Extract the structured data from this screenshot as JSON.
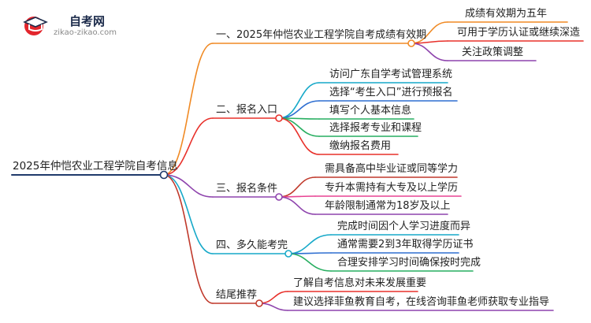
{
  "logo": {
    "name": "自考网",
    "url": "zikao-zikao.com"
  },
  "root": {
    "label": "2025年仲恺农业工程学院自考信息"
  },
  "branches": [
    {
      "label": "一、2025年仲恺农业工程学院自考成绩有效期",
      "children": [
        "成绩有效期为五年",
        "可用于学历认证或继续深造",
        "关注政策调整"
      ]
    },
    {
      "label": "二、报名入口",
      "children": [
        "访问广东自学考试管理系统",
        "选择“考生入口”进行预报名",
        "填写个人基本信息",
        "选择报考专业和课程",
        "缴纳报名费用"
      ]
    },
    {
      "label": "三、报名条件",
      "children": [
        "需具备高中毕业证或同等学力",
        "专升本需持有大专及以上学历",
        "年龄限制通常为18岁及以上"
      ]
    },
    {
      "label": "四、多久能考完",
      "children": [
        "完成时间因个人学习进度而异",
        "通常需要2到3年取得学历证书",
        "合理安排学习时间确保按时完成"
      ]
    },
    {
      "label": "结尾推荐",
      "children": [
        "了解自考信息对未来发展重要",
        "建议选择菲鱼教育自考，在线咨询菲鱼老师获取专业指导"
      ]
    }
  ],
  "colors": {
    "root": "#1f3a6b",
    "branch1": "#f08a24",
    "branch2": "#e8302a",
    "branch2_a": "#17a9c9",
    "branch3": "#8e44ad",
    "branch3_b": "#e84393",
    "branch4": "#17a9c9",
    "branch5": "#c0392b"
  }
}
